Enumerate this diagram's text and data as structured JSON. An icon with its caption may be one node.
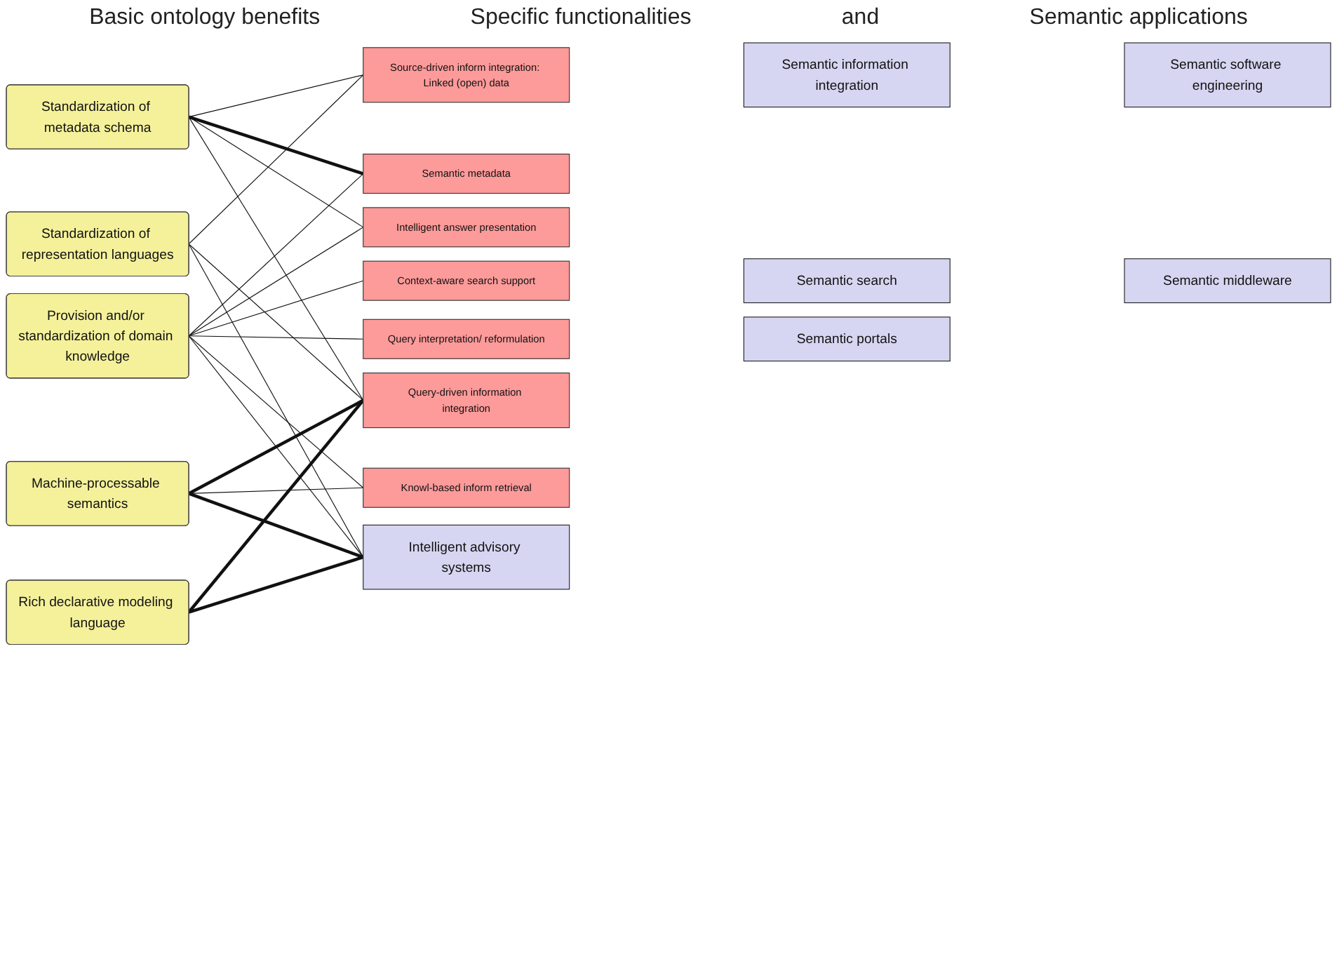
{
  "diagram": {
    "nodes": [
      {
        "text": [
          "Standardization of representation languages"
        ]
      },
      {
        "text": [
          "Standardization of metadata schema"
        ]
      },
      {
        "text": [
          "Provision and/or standardization of domain knowledge"
        ]
      },
      {
        "text": [
          "Rich declarative modeling language"
        ]
      },
      {
        "text": [
          "Machine-processable semantics"
        ]
      },
      {
        "text": [
          "Context-aware search support"
        ]
      },
      {
        "text": [
          "Query interpretation/ reformulation"
        ]
      },
      {
        "text": [
          "Knowl-based inform retrieval"
        ]
      },
      {
        "text": [
          "Semantic metadata"
        ]
      },
      {
        "text": [
          "Intelligent answer presentation"
        ]
      },
      {
        "text": [
          "Query-driven information integration"
        ]
      },
      {
        "text": [
          "Source-driven inform integration: Linked (open) data"
        ]
      },
      {
        "text": [
          "Semantic search"
        ]
      },
      {
        "text": [
          "Semantic portals"
        ]
      },
      {
        "text": [
          "Semantic middleware"
        ]
      },
      {
        "text": [
          "Semantic software engineering"
        ]
      },
      {
        "text": [
          "Semantic information integration"
        ]
      },
      {
        "text": [
          "Intelligent advisory systems"
        ]
      }
    ],
    "edges": [
      {
        "from": 0,
        "to": 10,
        "arrow": "none"
      },
      {
        "from": 0,
        "to": 11,
        "arrow": "none"
      },
      {
        "from": 0,
        "to": 17,
        "arrow": "none"
      },
      {
        "from": 1,
        "to": 8,
        "arrow": "none",
        "style": "thick"
      },
      {
        "from": 1,
        "to": 9,
        "arrow": "none"
      },
      {
        "from": 1,
        "to": 10,
        "arrow": "none"
      },
      {
        "from": 1,
        "to": 11,
        "arrow": "none"
      },
      {
        "from": 2,
        "to": 5,
        "arrow": "none"
      },
      {
        "from": 2,
        "to": 6,
        "arrow": "none"
      },
      {
        "from": 2,
        "to": 7,
        "arrow": "none"
      },
      {
        "from": 2,
        "to": 8,
        "arrow": "none"
      },
      {
        "from": 2,
        "to": 9,
        "arrow": "none"
      },
      {
        "from": 2,
        "to": 17,
        "arrow": "none"
      },
      {
        "from": 3,
        "to": 10,
        "arrow": "none",
        "style": "thick"
      },
      {
        "from": 3,
        "to": 17,
        "arrow": "none",
        "style": "thick"
      },
      {
        "from": 4,
        "to": 7,
        "arrow": "none"
      },
      {
        "from": 4,
        "to": 10,
        "arrow": "none",
        "style": "thick"
      },
      {
        "from": 4,
        "to": 17,
        "arrow": "none",
        "style": "thick"
      }
    ],
    "labels": [
      "Basic ontology benefits",
      "Specific functionalities",
      "and",
      "Semantic applications"
    ]
  }
}
